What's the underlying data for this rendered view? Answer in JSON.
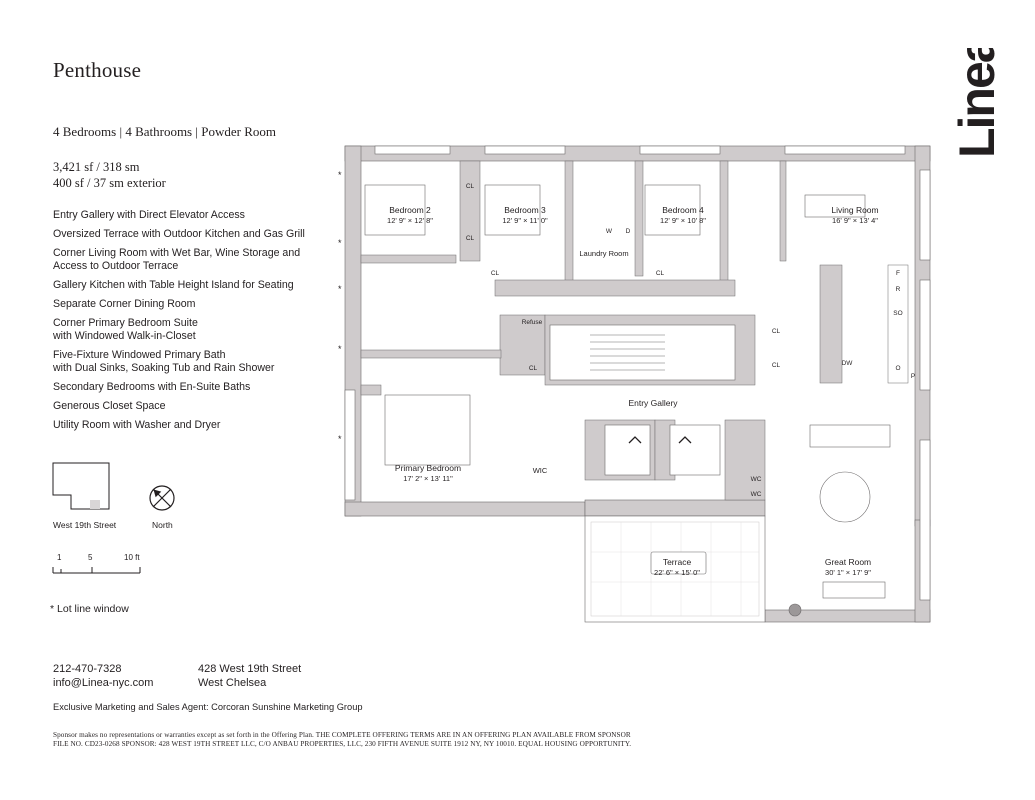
{
  "title": "Penthouse",
  "summary": {
    "bedrooms": "4 Bedrooms",
    "bathrooms": "4 Bathrooms",
    "powder": "Powder Room",
    "sep": "|"
  },
  "area": {
    "interior": "3,421 sf / 318 sm",
    "exterior": "400 sf / 37 sm exterior"
  },
  "features": [
    "Entry Gallery with Direct Elevator Access",
    "Oversized Terrace with Outdoor Kitchen and Gas Grill",
    "Corner Living Room with Wet Bar, Wine Storage and",
    "Access to Outdoor Terrace",
    "Gallery Kitchen with Table Height Island for Seating",
    "Separate Corner Dining Room",
    "Corner Primary Bedroom Suite",
    "with Windowed Walk-in-Closet",
    "Five-Fixture Windowed Primary Bath",
    "with Dual Sinks, Soaking Tub and Rain Shower",
    "Secondary Bedrooms with En-Suite Baths",
    "Generous Closet Space",
    "Utility Room with Washer and Dryer"
  ],
  "key_plan": {
    "street": "West 19th Street",
    "north": "North"
  },
  "scale": {
    "t1": "1",
    "t5": "5",
    "t10": "10 ft"
  },
  "lot_line": "Lot line window",
  "lot_mark": "*",
  "contact": {
    "phone": "212-470-7328",
    "email": "info@Linea-nyc.com",
    "address1": "428 West 19th Street",
    "address2": "West Chelsea"
  },
  "agent": "Exclusive Marketing and Sales Agent: Corcoran Sunshine Marketing Group",
  "disclaimer": {
    "line1": "Sponsor makes no representations or warranties except as set forth in the Offering Plan. THE COMPLETE OFFERING TERMS ARE IN AN OFFERING PLAN AVAILABLE FROM SPONSOR",
    "line2": "FILE NO. CD23-0268 SPONSOR: 428 WEST 19TH STREET LLC, C/O ANBAU PROPERTIES, LLC, 230 FIFTH AVENUE SUITE 1912 NY, NY 10010. EQUAL HOUSING OPPORTUNITY."
  },
  "logo": "Linea",
  "plan": {
    "bedroom2": {
      "name": "Bedroom 2",
      "dims": "12' 9\" × 12' 8\""
    },
    "bedroom3": {
      "name": "Bedroom 3",
      "dims": "12' 9\" × 11' 0\""
    },
    "bedroom4": {
      "name": "Bedroom 4",
      "dims": "12' 9\" × 10' 8\""
    },
    "living": {
      "name": "Living Room",
      "dims": "16' 9\" × 13' 4\""
    },
    "primary": {
      "name": "Primary Bedroom",
      "dims": "17' 2\" × 13' 11\""
    },
    "great": {
      "name": "Great Room",
      "dims": "30' 1\" × 17' 9\""
    },
    "terrace": {
      "name": "Terrace",
      "dims": "22' 6\" × 15' 0\""
    },
    "laundry": "Laundry Room",
    "entry": "Entry Gallery",
    "wic": "WIC",
    "refuse": "Refuse",
    "cl": "CL",
    "w": "W",
    "d": "D",
    "wc": "WC",
    "dw": "DW",
    "f": "F",
    "r": "R",
    "so": "SO",
    "o": "O",
    "p": "P"
  }
}
